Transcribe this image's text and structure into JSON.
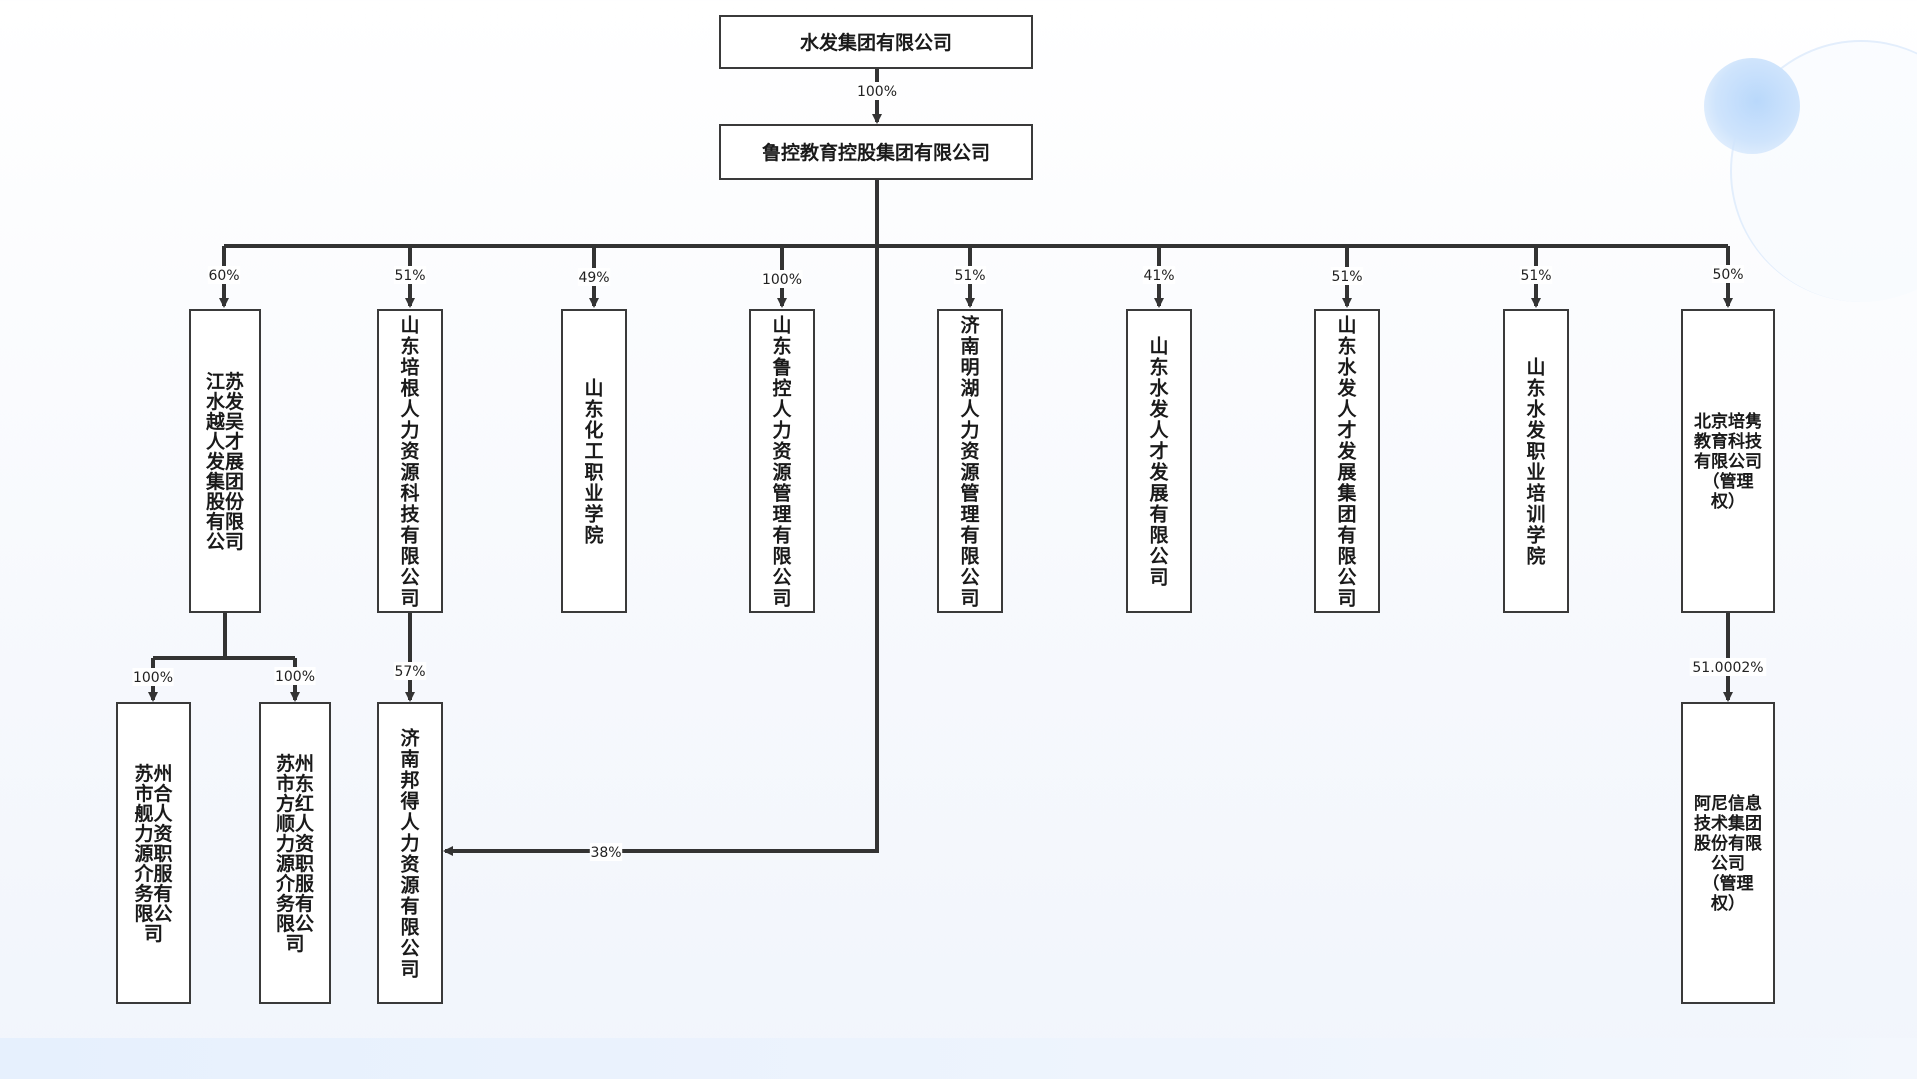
{
  "colors": {
    "line": "#333333",
    "box_border": "#3a3a3a",
    "text": "#1a1a1a"
  },
  "nodes": [
    {
      "id": "root",
      "name": "水发集团有限公司"
    },
    {
      "id": "lukong",
      "name": "鲁控教育控股集团有限公司"
    },
    {
      "id": "jiangsu",
      "name": "江苏水发越吴人才发展集团股份有限公司"
    },
    {
      "id": "peigen",
      "name": "山东培根人力资源科技有限公司"
    },
    {
      "id": "huagong",
      "name": "山东化工职业学院"
    },
    {
      "id": "lukong_hr",
      "name": "山东鲁控人力资源管理有限公司"
    },
    {
      "id": "minghu",
      "name": "济南明湖人力资源管理有限公司"
    },
    {
      "id": "shuifa_rc",
      "name": "山东水发人才发展有限公司"
    },
    {
      "id": "shuifa_rcjt",
      "name": "山东水发人才发展集团有限公司"
    },
    {
      "id": "shuifa_zy",
      "name": "山东水发职业培训学院"
    },
    {
      "id": "beijing",
      "name": "北京培隽教育科技有限公司（管理权）"
    },
    {
      "id": "hejian",
      "name": "苏州市合舰人力资源职介服务有限公司"
    },
    {
      "id": "dongfang",
      "name": "苏州市东方红顺人力资源职介服务有限公司"
    },
    {
      "id": "bangde",
      "name": "济南邦得人力资源有限公司"
    },
    {
      "id": "anni",
      "name": "阿尼信息技术集团股份有限公司（管理权）"
    }
  ],
  "edges": [
    {
      "from": "root",
      "to": "lukong",
      "pct": "100%"
    },
    {
      "from": "lukong",
      "to": "jiangsu",
      "pct": "60%"
    },
    {
      "from": "lukong",
      "to": "peigen",
      "pct": "51%"
    },
    {
      "from": "lukong",
      "to": "huagong",
      "pct": "49%"
    },
    {
      "from": "lukong",
      "to": "lukong_hr",
      "pct": "100%"
    },
    {
      "from": "lukong",
      "to": "minghu",
      "pct": "51%"
    },
    {
      "from": "lukong",
      "to": "shuifa_rc",
      "pct": "41%"
    },
    {
      "from": "lukong",
      "to": "shuifa_rcjt",
      "pct": "51%"
    },
    {
      "from": "lukong",
      "to": "shuifa_zy",
      "pct": "51%"
    },
    {
      "from": "lukong",
      "to": "beijing",
      "pct": "50%"
    },
    {
      "from": "jiangsu",
      "to": "hejian",
      "pct": "100%"
    },
    {
      "from": "jiangsu",
      "to": "dongfang",
      "pct": "100%"
    },
    {
      "from": "peigen",
      "to": "bangde",
      "pct": "57%"
    },
    {
      "from": "lukong",
      "to": "bangde",
      "pct": "38%"
    },
    {
      "from": "beijing",
      "to": "anni",
      "pct": "51.0002%"
    }
  ]
}
